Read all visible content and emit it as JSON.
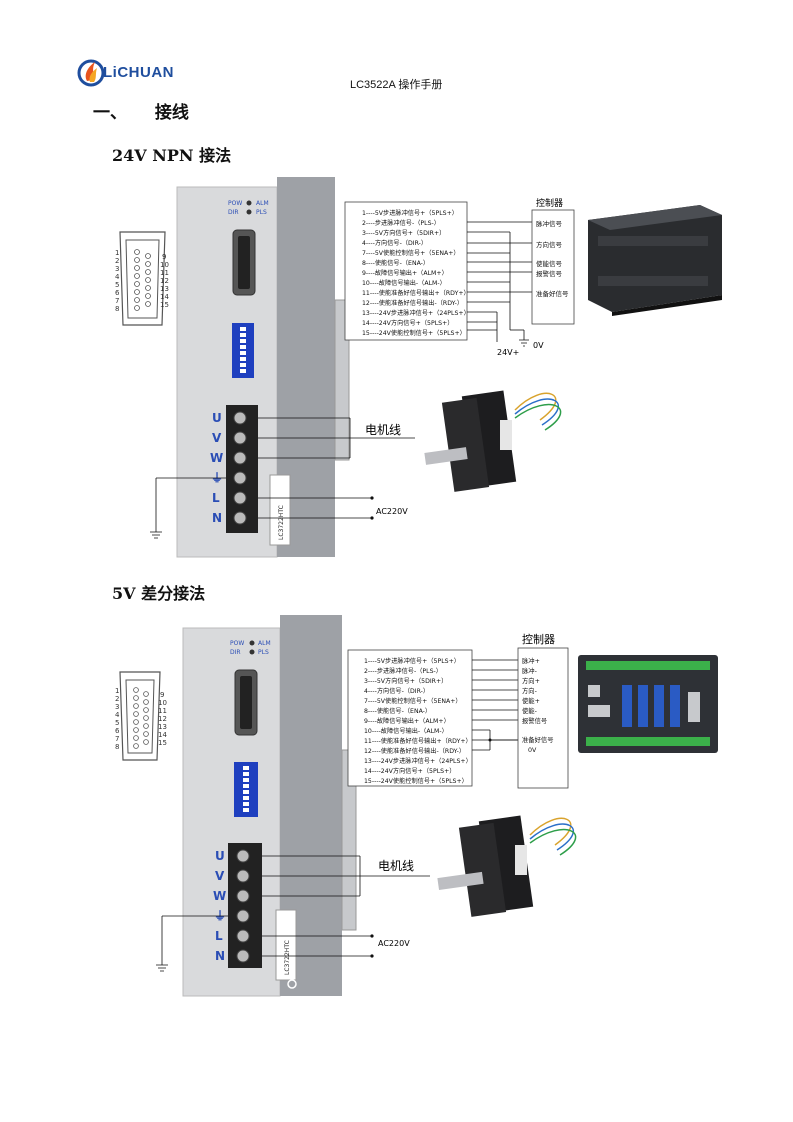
{
  "header": {
    "brand": "LiCHUAN",
    "doc_title": "LC3522A 操作手册"
  },
  "section": {
    "number": "一、",
    "title": "接线"
  },
  "diagram1": {
    "title": "24V NPN 接法",
    "led_labels": [
      "POW",
      "ALM",
      "DIR",
      "PLS"
    ],
    "connector_pin_numbers_left": [
      "1",
      "2",
      "3",
      "4",
      "5",
      "6",
      "7",
      "8"
    ],
    "connector_pin_numbers_right": [
      "9",
      "10",
      "11",
      "12",
      "13",
      "14",
      "15"
    ],
    "terminal_labels": [
      "U",
      "V",
      "W",
      "⏚",
      "L",
      "N"
    ],
    "pin_list": [
      "1----5V步进脉冲信号+（5PLS+）",
      "2----步进脉冲信号-（PLS-）",
      "3----5V方向信号+（5DIR+）",
      "4----方向信号-（DIR-）",
      "7----5V使能控制信号+（5ENA+）",
      "8----使能信号-（ENA-）",
      "9----故障信号输出+（ALM+）",
      "10----故障信号输出-（ALM-）",
      "11----使能准备好信号输出+（RDY+）",
      "12----使能准备好信号输出-（RDY-）",
      "13----24V步进脉冲信号+（24PLS+）",
      "14----24V方向信号+（5PLS+）",
      "15----24V使能控制信号+（5PLS+）"
    ],
    "controller_title": "控制器",
    "controller_signals": [
      "脉冲信号",
      "方向信号",
      "使能信号",
      "报警信号",
      "准备好信号"
    ],
    "power_labels": [
      "24V+",
      "0V"
    ],
    "motor_label": "电机线",
    "ac_label": "AC220V",
    "model_sticker": "LC3722HTC"
  },
  "diagram2": {
    "title": "5V 差分接法",
    "led_labels": [
      "POW",
      "ALM",
      "DIR",
      "PLS"
    ],
    "terminal_labels": [
      "U",
      "V",
      "W",
      "⏚",
      "L",
      "N"
    ],
    "pin_list": [
      "1----5V步进脉冲信号+（5PLS+）",
      "2----步进脉冲信号-（PLS-）",
      "3----5V方向信号+（5DIR+）",
      "4----方向信号-（DIR-）",
      "7----5V使能控制信号+（5ENA+）",
      "8----使能信号-（ENA-）",
      "9----故障信号输出+（ALM+）",
      "10----故障信号输出-（ALM-）",
      "11----使能准备好信号输出+（RDY+）",
      "12----使能准备好信号输出-（RDY-）",
      "13----24V步进脉冲信号+（24PLS+）",
      "14----24V方向信号+（5PLS+）",
      "15----24V使能控制信号+（5PLS+）"
    ],
    "controller_title": "控制器",
    "controller_signals": [
      "脉冲+",
      "脉冲-",
      "方向+",
      "方向-",
      "使能+",
      "使能-",
      "报警信号",
      "准备好信号",
      "0V"
    ],
    "motor_label": "电机线",
    "ac_label": "AC220V",
    "model_sticker": "LC3722HTC"
  }
}
